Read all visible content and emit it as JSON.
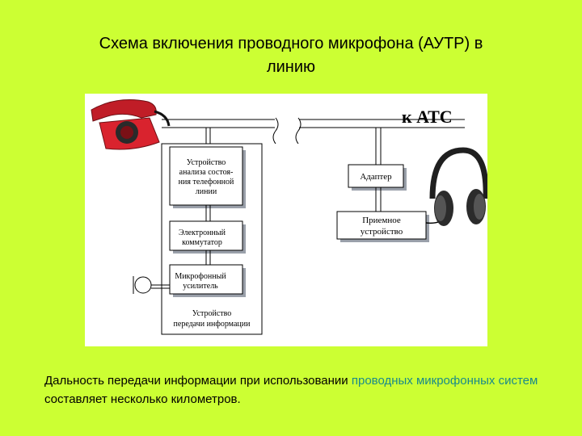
{
  "slide": {
    "title_line1": "Схема включения проводного микрофона (АУТР) в",
    "title_line2": "линию"
  },
  "diagram": {
    "ats_label": "к АТС",
    "box_analysis": [
      "Устройство",
      "анализа состоя-",
      "ния телефонной",
      "линии"
    ],
    "box_switch": [
      "Электронный",
      "коммутатор"
    ],
    "box_amplifier": [
      "Микрофонный",
      "усилитель"
    ],
    "device_transmit": [
      "Устройство",
      "передачи информации"
    ],
    "box_adapter": [
      "Адаптер"
    ],
    "box_receiver": [
      "Приемное",
      "устройство"
    ]
  },
  "caption": {
    "part1": "Дальность передачи информации при использовании ",
    "highlight": "проводных микрофонных систем",
    "part2": " составляет несколько километров."
  },
  "colors": {
    "background": "#ccff33",
    "phone": "#d9232e",
    "highlight_text": "#1a8a8a"
  }
}
